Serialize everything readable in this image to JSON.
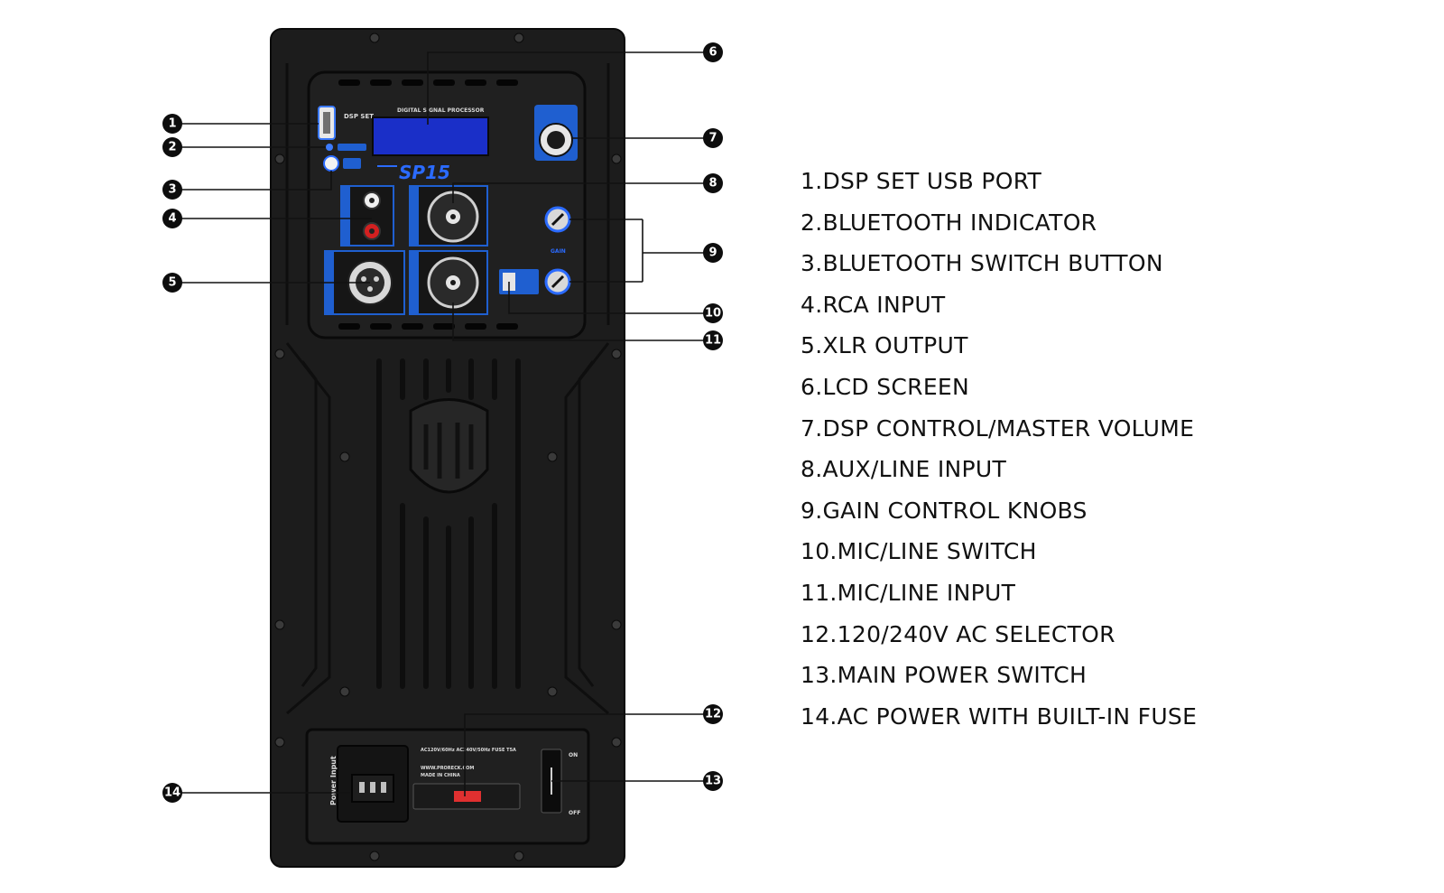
{
  "panel": {
    "lcd_caption": "DIGITAL SIGNAL PROCESSOR",
    "model_logo": "SP15",
    "dsp_set_label": "DSP SET",
    "power_input_label": "Power Input",
    "voltage_label": "AC120V/60Hz AC240V/50Hz FUSE T5A",
    "website_label": "WWW.PRORECK.COM",
    "made_in_label": "MADE IN CHINA",
    "on_label": "ON",
    "off_label": "OFF",
    "gain_label": "GAIN"
  },
  "callouts": [
    "1",
    "2",
    "3",
    "4",
    "5",
    "6",
    "7",
    "8",
    "9",
    "10",
    "11",
    "12",
    "13",
    "14"
  ],
  "legend": [
    "1.DSP SET USB PORT",
    "2.BLUETOOTH INDICATOR",
    "3.BLUETOOTH SWITCH BUTTON",
    "4.RCA INPUT",
    "5.XLR OUTPUT",
    "6.LCD SCREEN",
    "7.DSP CONTROL/MASTER VOLUME",
    "8.AUX/LINE INPUT",
    "9.GAIN CONTROL KNOBS",
    "10.MIC/LINE SWITCH",
    "11.MIC/LINE INPUT",
    "12.120/240V AC SELECTOR",
    "13.MAIN POWER SWITCH",
    "14.AC POWER WITH BUILT-IN FUSE"
  ],
  "colors": {
    "panel_body": "#1c1c1c",
    "accent_blue": "#1f5fd0",
    "lcd_blue": "#1a2fc8",
    "callout_fill": "#0d0d0d"
  }
}
